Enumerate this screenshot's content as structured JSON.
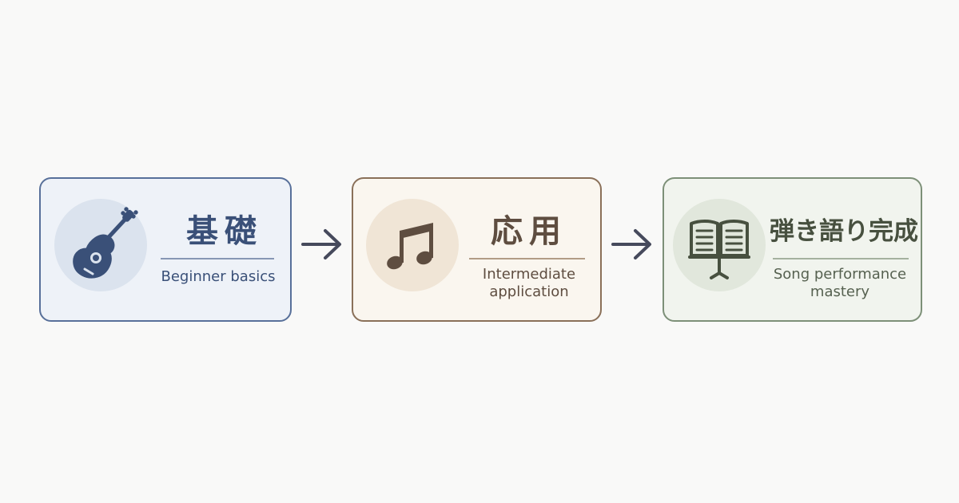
{
  "steps": [
    {
      "title": "基礎",
      "subtitle": "Beginner basics",
      "icon": "guitar-icon",
      "accent": "#3a5078",
      "border": "#58709a",
      "background": "#eef2f8"
    },
    {
      "title": "応用",
      "subtitle": "Intermediate application",
      "icon": "music-note-icon",
      "accent": "#5e4d40",
      "border": "#8a7059",
      "background": "#faf6ef"
    },
    {
      "title": "弾き語り完成",
      "subtitle": "Song performance mastery",
      "icon": "music-stand-icon",
      "accent": "#47503f",
      "border": "#7d9078",
      "background": "#f1f4ee"
    }
  ],
  "connectors": [
    {
      "icon": "arrow-right-icon",
      "color": "#464a5c"
    },
    {
      "icon": "arrow-right-icon",
      "color": "#464a5c"
    }
  ]
}
